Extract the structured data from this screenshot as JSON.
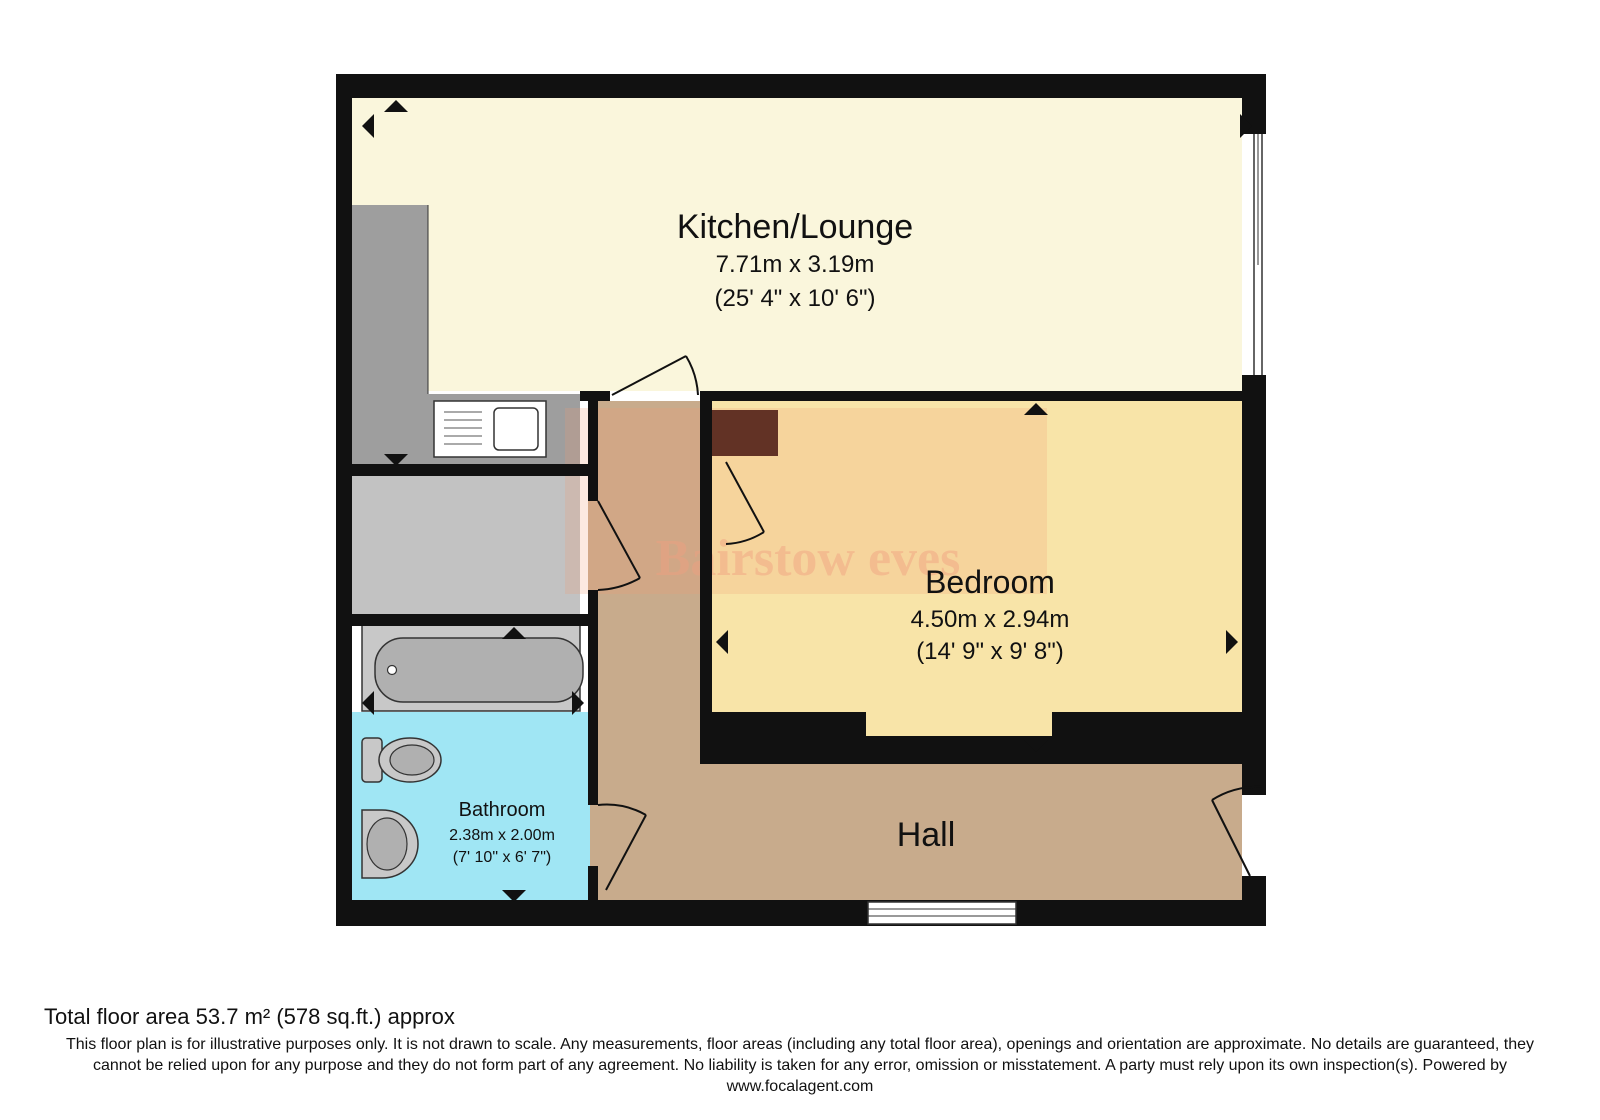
{
  "rooms": {
    "kitchen": {
      "name": "Kitchen/Lounge",
      "metric": "7.71m x 3.19m",
      "imperial": "(25' 4\" x 10' 6\")"
    },
    "bedroom": {
      "name": "Bedroom",
      "metric": "4.50m x 2.94m",
      "imperial": "(14' 9\" x 9' 8\")"
    },
    "bathroom": {
      "name": "Bathroom",
      "metric": "2.38m x 2.00m",
      "imperial": "(7' 10\" x 6' 7\")"
    },
    "hall": {
      "name": "Hall"
    }
  },
  "watermark": "Bairstow eves",
  "footer": {
    "total_area": "Total floor area 53.7 m² (578 sq.ft.) approx",
    "disclaimer": "This floor plan is for illustrative purposes only. It is not drawn to scale. Any measurements, floor areas (including any total floor area), openings and orientation are approximate. No details are guaranteed, they cannot be relied upon for any purpose and they do not form part of any agreement. No liability is taken for any error, omission or misstatement. A party must rely upon its own inspection(s). Powered by www.focalagent.com"
  },
  "colors": {
    "wall": "#111111",
    "kitchen_floor": "#faf6dc",
    "bedroom_floor": "#f8e4a8",
    "hall_floor": "#c8ab8c",
    "bathroom_floor": "#a0e6f4",
    "fitted_unit": "#9e9e9e",
    "storage": "#c2c2c2"
  }
}
